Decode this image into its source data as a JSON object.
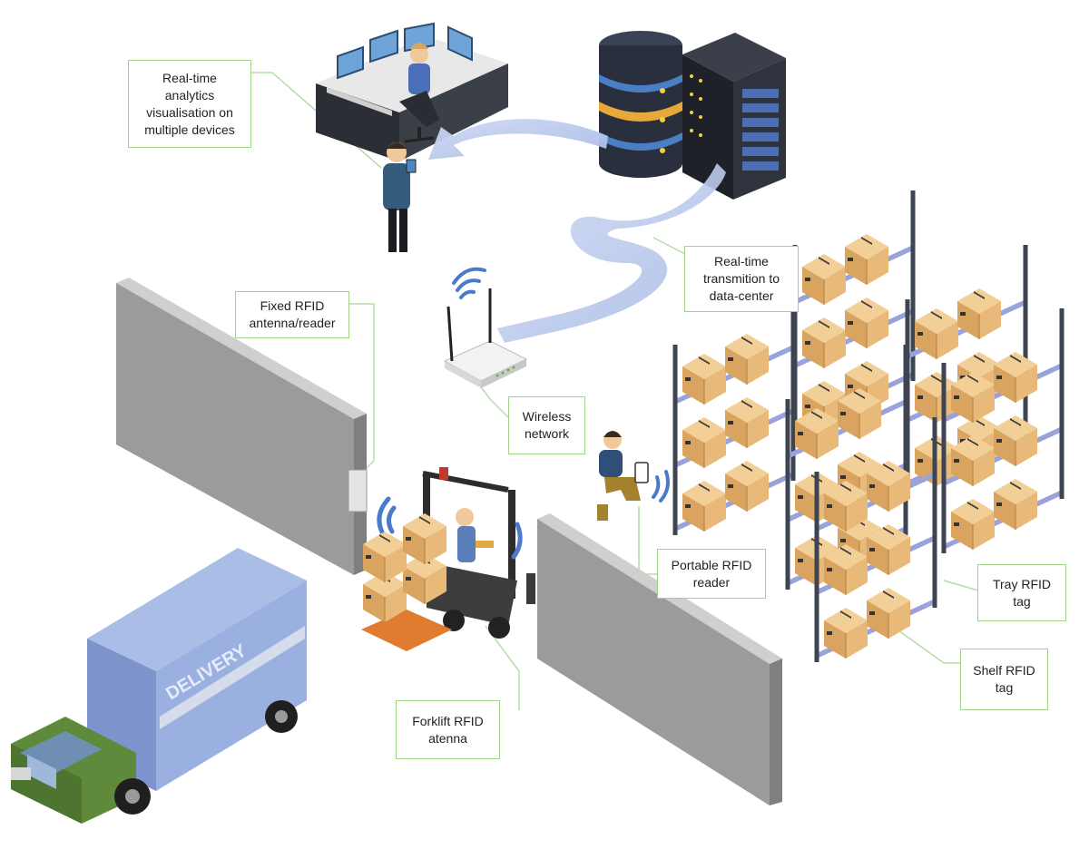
{
  "colors": {
    "callout_border": "#9fd28a",
    "leader_line": "#b7dca8",
    "wall": "#9b9b9b",
    "box": "#e9b97a",
    "rack_frame": "#3d4452",
    "rack_shelf": "#9aa3d9",
    "truck_cab": "#6f9a4a",
    "truck_box": "#9ab0e0",
    "flow_arrow": "#b9c8ea"
  },
  "icons": [
    "operator-desk-icon",
    "server-stack-icon",
    "server-rack-icon",
    "wireless-router-icon",
    "wifi-signal-icon",
    "forklift-icon",
    "delivery-truck-icon",
    "storage-rack-icon",
    "person-with-tablet-icon",
    "crouching-worker-icon"
  ],
  "labels": {
    "analytics": "Real-time\nanalytics\nvisualisation on\nmultiple devices",
    "transmission": "Real-time\ntransmition to\ndata-center",
    "fixed_reader": "Fixed RFID\nantenna/reader",
    "wireless": "Wireless\nnetwork",
    "portable_reader": "Portable RFID\nreader",
    "tray_tag": "Tray RFID\ntag",
    "shelf_tag": "Shelf RFID\ntag",
    "forklift_antenna": "Forklift RFID\natenna"
  },
  "truck": {
    "side_text": "DELIVERY"
  }
}
